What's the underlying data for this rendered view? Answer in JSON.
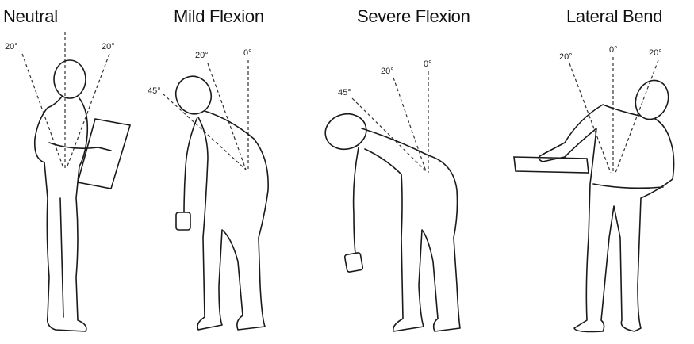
{
  "panels": [
    {
      "title": "Neutral",
      "angles": [
        "20°",
        "20°"
      ]
    },
    {
      "title": "Mild Flexion",
      "angles": [
        "45°",
        "20°",
        "0°"
      ]
    },
    {
      "title": "Severe Flexion",
      "angles": [
        "45°",
        "20°",
        "0°"
      ]
    },
    {
      "title": "Lateral Bend",
      "angles": [
        "20°",
        "0°",
        "20°"
      ]
    }
  ]
}
